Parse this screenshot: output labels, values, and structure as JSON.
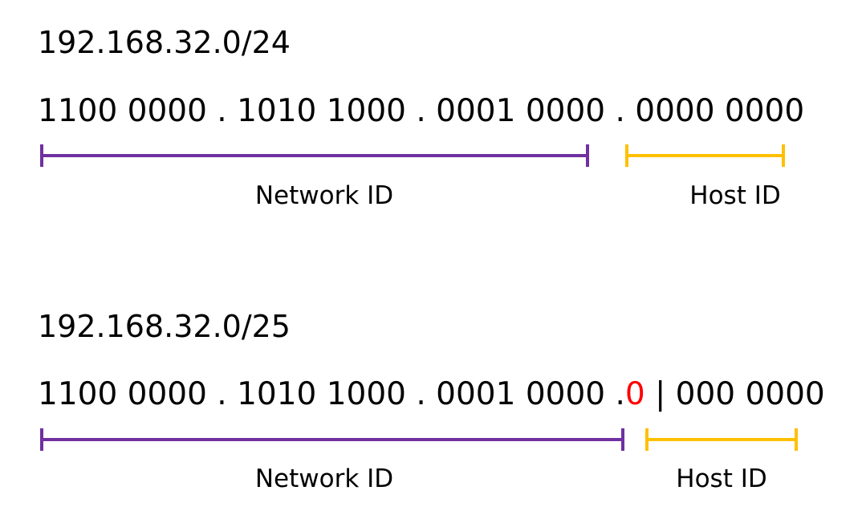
{
  "examples": [
    {
      "cidr": "192.168.32.0/24",
      "binary_network": "1100 0000 . 1010 1000 . 0001 0000 . ",
      "binary_flip": "",
      "binary_separator": "",
      "binary_host": "0000 0000",
      "network_label": "Network ID",
      "host_label": "Host ID",
      "prefix_length": 24
    },
    {
      "cidr": "192.168.32.0/25",
      "binary_network": "1100 0000 . 1010 1000 . 0001 0000 .",
      "binary_flip": "0",
      "binary_separator": " | ",
      "binary_host": "000 0000",
      "network_label": "Network ID",
      "host_label": "Host ID",
      "prefix_length": 25
    }
  ],
  "colors": {
    "network": "#7030a0",
    "host": "#ffc000",
    "highlight_bit": "#ff0000"
  }
}
